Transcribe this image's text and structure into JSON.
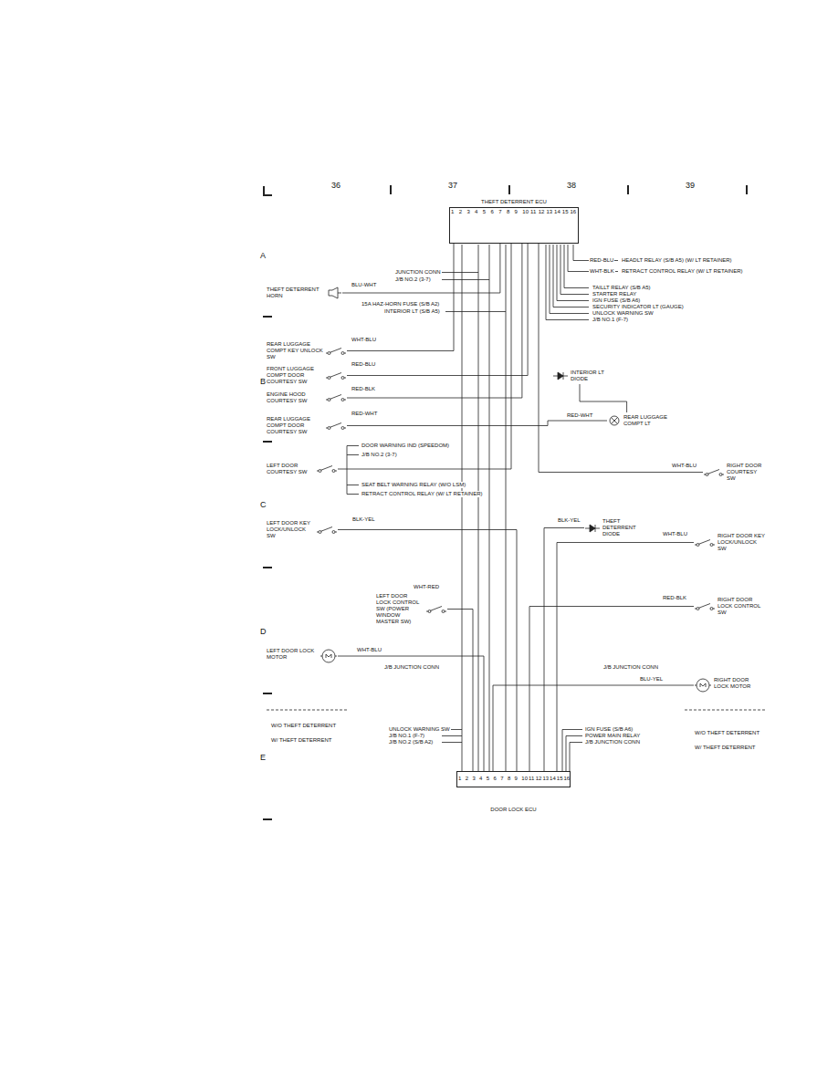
{
  "diagram": {
    "nodes": [
      {
        "text": [
          "THEFT DETERRENT ECU"
        ]
      },
      {
        "text": [
          "THEFT DETERRENT HORN"
        ]
      },
      {
        "text": [
          "REAR LUGGAGE COMPT KEY UNLOCK SW"
        ]
      },
      {
        "text": [
          "FRONT LUGGAGE COMPT DOOR COURTESY SW"
        ]
      },
      {
        "text": [
          "ENGINE HOOD COURTESY SW"
        ]
      },
      {
        "text": [
          "REAR LUGGAGE COMPT DOOR COURTESY SW"
        ]
      },
      {
        "text": [
          "LEFT DOOR COURTESY SW"
        ]
      },
      {
        "text": [
          "LEFT DOOR KEY LOCK/UNLOCK SW"
        ]
      },
      {
        "text": [
          "LEFT DOOR LOCK CONTROL SW (POWER WINDOW MASTER SW)"
        ]
      },
      {
        "text": [
          "LEFT DOOR LOCK MOTOR"
        ]
      },
      {
        "text": [
          "RIGHT DOOR COURTESY SW"
        ]
      },
      {
        "text": [
          "THEFT DETERRENT DIODE"
        ]
      },
      {
        "text": [
          "RIGHT DOOR KEY LOCK/UNLOCK SW"
        ]
      },
      {
        "text": [
          "RIGHT DOOR LOCK CONTROL SW"
        ]
      },
      {
        "text": [
          "RIGHT DOOR LOCK MOTOR"
        ]
      },
      {
        "text": [
          "INTERIOR LT DIODE"
        ]
      },
      {
        "text": [
          "REAR LUGGAGE COMPT LT"
        ]
      },
      {
        "text": [
          "DOOR LOCK ECU"
        ]
      }
    ],
    "edges": [
      {
        "from": 1,
        "to": 0,
        "arrow": "none"
      },
      {
        "from": 2,
        "to": 0,
        "arrow": "none"
      },
      {
        "from": 3,
        "to": 0,
        "arrow": "none"
      },
      {
        "from": 4,
        "to": 0,
        "arrow": "none"
      },
      {
        "from": 5,
        "to": 16,
        "arrow": "none"
      },
      {
        "from": 6,
        "to": 0,
        "arrow": "none"
      },
      {
        "from": 10,
        "to": 0,
        "arrow": "none"
      },
      {
        "from": 7,
        "to": 17,
        "arrow": "none"
      },
      {
        "from": 8,
        "to": 17,
        "arrow": "none"
      },
      {
        "from": 9,
        "to": 17,
        "arrow": "none"
      },
      {
        "from": 12,
        "to": 17,
        "arrow": "none"
      },
      {
        "from": 13,
        "to": 17,
        "arrow": "none"
      },
      {
        "from": 14,
        "to": 17,
        "arrow": "none"
      },
      {
        "from": 11,
        "to": 17,
        "arrow": "none"
      },
      {
        "from": 15,
        "to": 16,
        "arrow": "none"
      }
    ],
    "labels": [
      "36",
      "37",
      "38",
      "39",
      "A",
      "B",
      "C",
      "D",
      "E",
      "HEADLT RELAY (S/B A5) (W/ LT RETAINER)",
      "RETRACT CONTROL RELAY (W/ LT RETAINER)",
      "RED-BLU",
      "WHT-BLK",
      "TAILLT RELAY (S/B A5)",
      "STARTER RELAY",
      "IGN FUSE (S/B A6)",
      "SECURITY INDICATOR LT (GAUGE)",
      "UNLOCK WARNING SW",
      "J/B NO.1 (F-7)",
      "15A HAZ-HORN FUSE (S/B A2)",
      "BLU-WHT",
      "JUNCTION CONN",
      "J/B NO.2 (3-7)",
      "INTERIOR LT (S/B A5)",
      "WHT-BLU",
      "RED-BLU",
      "RED-BLK",
      "RED-WHT",
      "RED-WHT",
      "DOOR WARNING IND (SPEEDOM)",
      "J/B NO.2 (3-7)",
      "SEAT BELT WARNING RELAY (W/O LSM)",
      "RETRACT CONTROL RELAY (W/ LT RETAINER)",
      "WHT-BLU",
      "BLK-YEL",
      "BLK-YEL",
      "WHT-RED",
      "WHT-BLU",
      "RED-BLK",
      "J/B JUNCTION CONN",
      "J/B JUNCTION CONN",
      "WHT-BLU",
      "BLU-YEL",
      "W/O THEFT DETERRENT",
      "W/ THEFT DETERRENT",
      "W/O THEFT DETERRENT",
      "W/ THEFT DETERRENT",
      "UNLOCK WARNING SW",
      "J/B NO.1 (F-7)",
      "J/B NO.2 (S/B A2)",
      "IGN FUSE (S/B A6)",
      "POWER MAIN RELAY",
      "J/B JUNCTION CONN",
      "1",
      "2",
      "3",
      "4",
      "5",
      "6",
      "7",
      "8",
      "9",
      "10",
      "11",
      "12",
      "13",
      "14",
      "15",
      "16",
      "1",
      "2",
      "3",
      "4",
      "5",
      "6",
      "7",
      "8",
      "9",
      "10",
      "11",
      "12",
      "13",
      "14",
      "15",
      "16"
    ]
  }
}
